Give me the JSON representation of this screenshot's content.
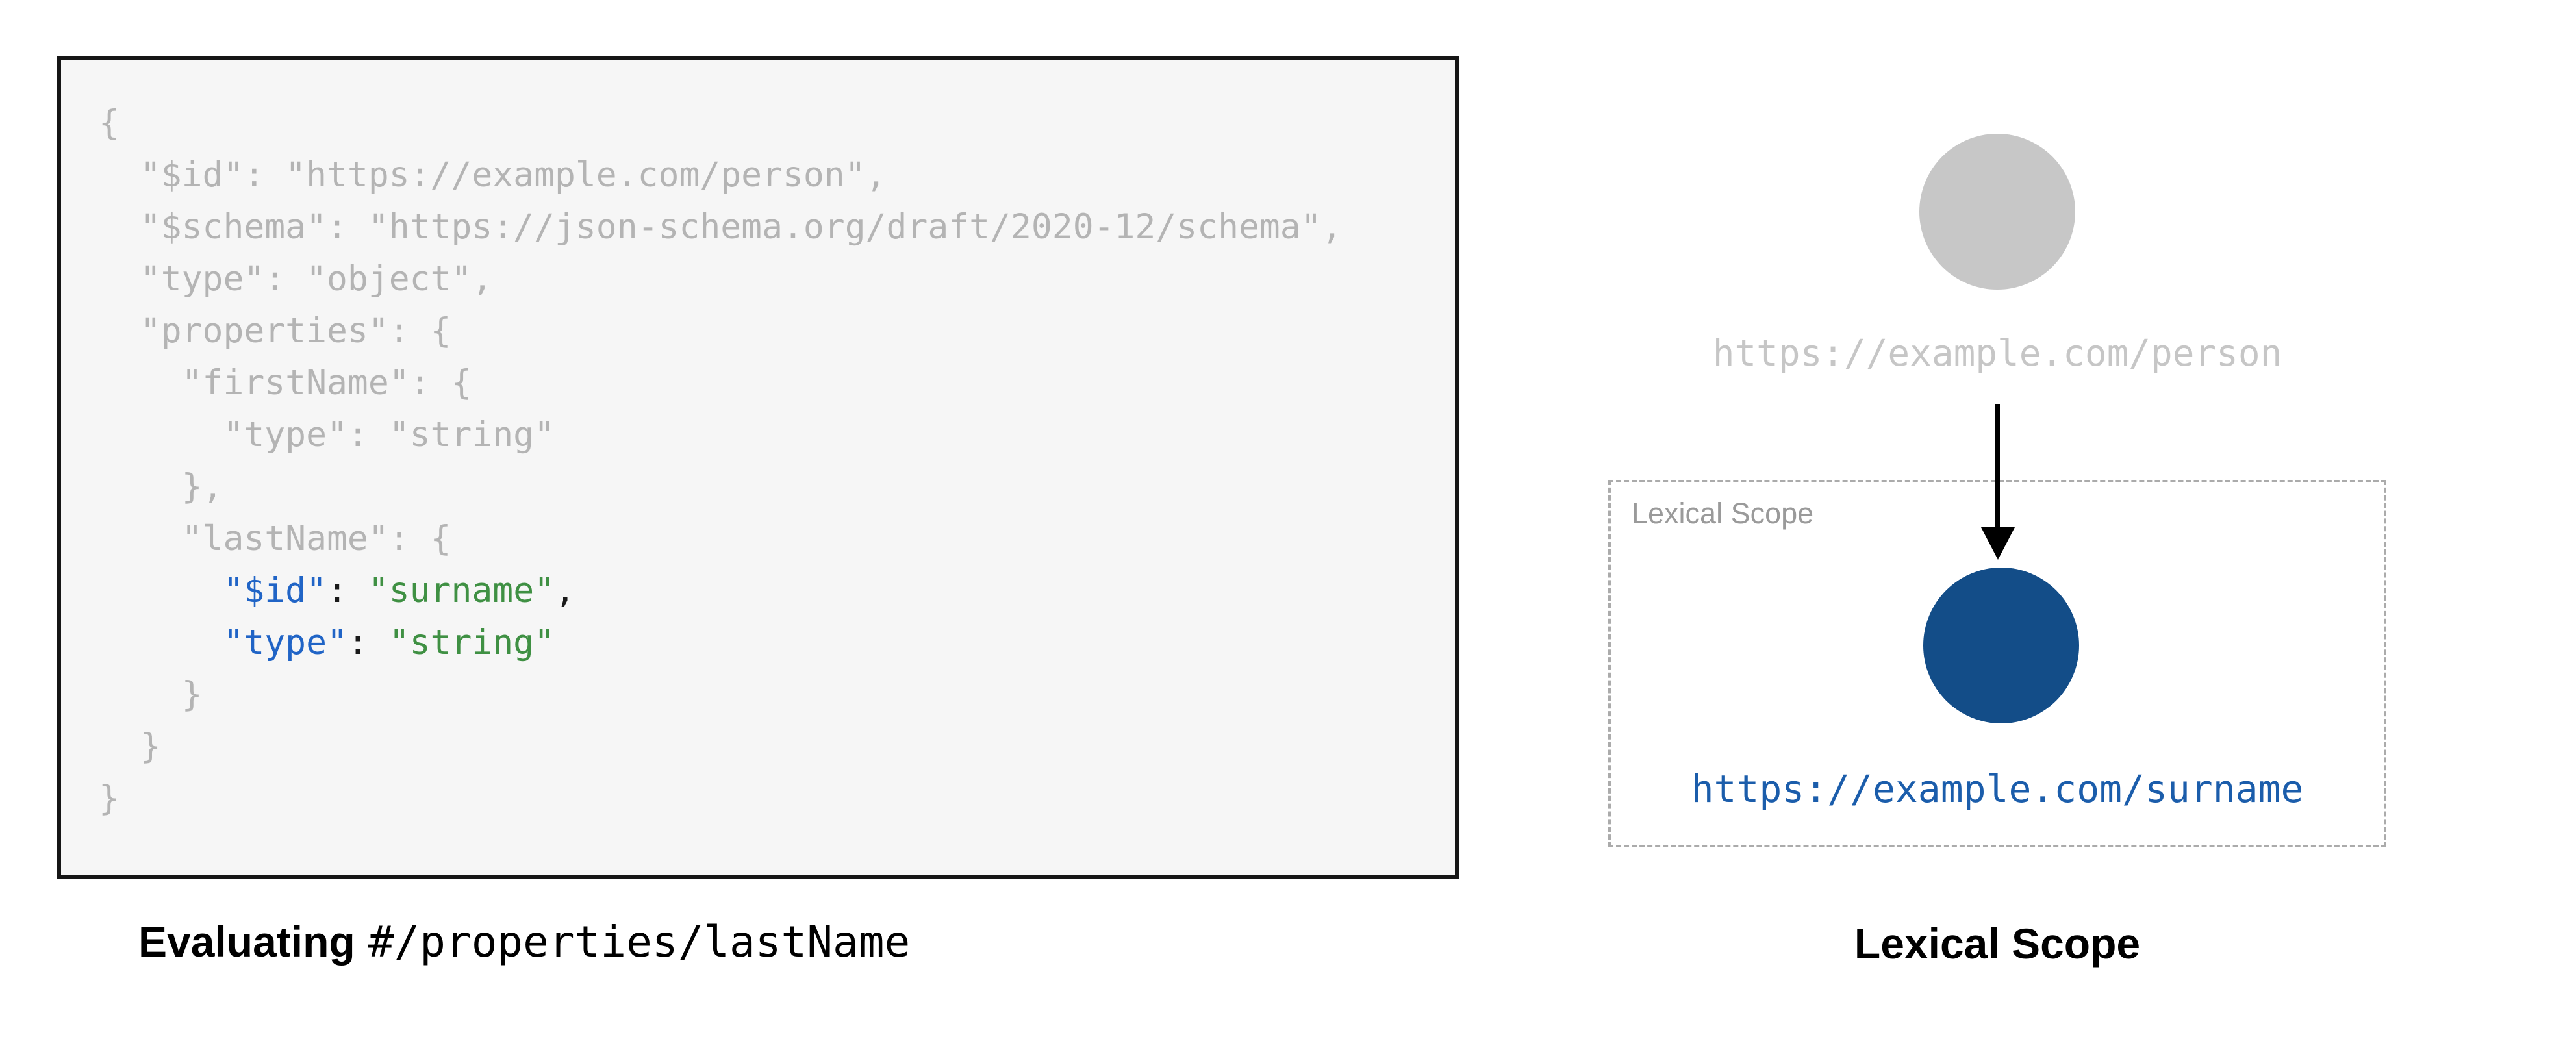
{
  "left": {
    "code": {
      "lines": [
        {
          "tokens": [
            {
              "t": "muted",
              "s": "{"
            }
          ]
        },
        {
          "tokens": [
            {
              "t": "muted",
              "s": "  \"$id\": \"https://example.com/person\","
            }
          ]
        },
        {
          "tokens": [
            {
              "t": "muted",
              "s": "  \"$schema\": \"https://json-schema.org/draft/2020-12/schema\","
            }
          ]
        },
        {
          "tokens": [
            {
              "t": "muted",
              "s": "  \"type\": \"object\","
            }
          ]
        },
        {
          "tokens": [
            {
              "t": "muted",
              "s": "  \"properties\": {"
            }
          ]
        },
        {
          "tokens": [
            {
              "t": "muted",
              "s": "    \"firstName\": {"
            }
          ]
        },
        {
          "tokens": [
            {
              "t": "muted",
              "s": "      \"type\": \"string\""
            }
          ]
        },
        {
          "tokens": [
            {
              "t": "muted",
              "s": "    },"
            }
          ]
        },
        {
          "tokens": [
            {
              "t": "muted",
              "s": "    \"lastName\": {"
            }
          ]
        },
        {
          "tokens": [
            {
              "t": "plain",
              "s": "      "
            },
            {
              "t": "key",
              "s": "\"$id\""
            },
            {
              "t": "plain",
              "s": ": "
            },
            {
              "t": "string",
              "s": "\"surname\""
            },
            {
              "t": "plain",
              "s": ","
            }
          ]
        },
        {
          "tokens": [
            {
              "t": "plain",
              "s": "      "
            },
            {
              "t": "key",
              "s": "\"type\""
            },
            {
              "t": "plain",
              "s": ": "
            },
            {
              "t": "string",
              "s": "\"string\""
            }
          ]
        },
        {
          "tokens": [
            {
              "t": "muted",
              "s": "    }"
            }
          ]
        },
        {
          "tokens": [
            {
              "t": "muted",
              "s": "  }"
            }
          ]
        },
        {
          "tokens": [
            {
              "t": "muted",
              "s": "}"
            }
          ]
        }
      ]
    },
    "caption_bold": "Evaluating",
    "caption_code": "#/properties/lastName"
  },
  "right": {
    "outer_node_label": "https://example.com/person",
    "scope_box_label": "Lexical Scope",
    "inner_node_label": "https://example.com/surname",
    "caption": "Lexical Scope"
  },
  "colors": {
    "muted": "#b4b4b4",
    "key": "#2064c6",
    "string": "#3f9043",
    "plain": "#1a1a1a",
    "outer_node": "#c7c7c7",
    "outer_label": "#c6c6c6",
    "inner_node": "#134d88",
    "inner_label": "#1b5dab"
  }
}
